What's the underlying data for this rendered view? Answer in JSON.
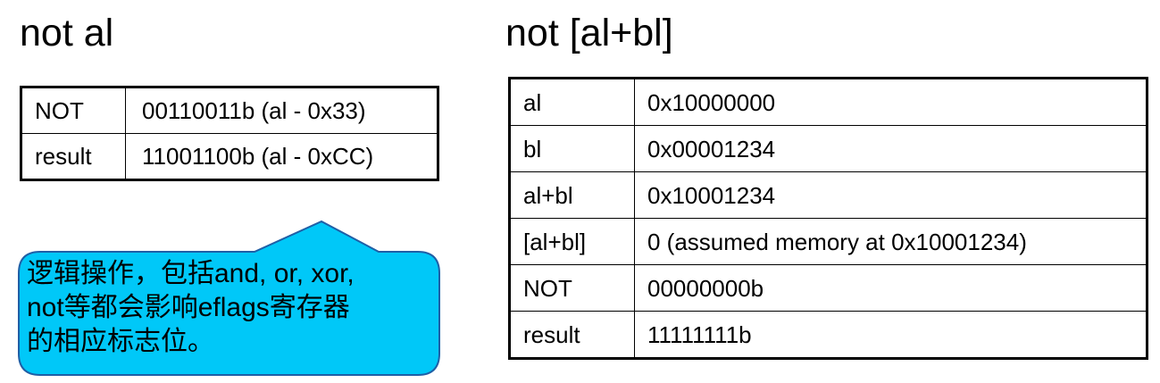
{
  "left": {
    "title": "not al",
    "rows": [
      {
        "label": "NOT",
        "value": "00110011b (al - 0x33)"
      },
      {
        "label": "result",
        "value": "11001100b (al - 0xCC)"
      }
    ]
  },
  "right": {
    "title": "not [al+bl]",
    "rows": [
      {
        "label": "al",
        "value": "0x10000000"
      },
      {
        "label": "bl",
        "value": "0x00001234"
      },
      {
        "label": "al+bl",
        "value": "0x10001234"
      },
      {
        "label": "[al+bl]",
        "value": "0 (assumed memory at 0x10001234)"
      },
      {
        "label": "NOT",
        "value": "00000000b"
      },
      {
        "label": "result",
        "value": "11111111b"
      }
    ]
  },
  "callout": {
    "lines": [
      "逻辑操作，包括and, or, xor,",
      "not等都会影响eflags寄存器",
      "的相应标志位。"
    ],
    "fill": "#00c8f8",
    "stroke": "#1f5fa6"
  }
}
